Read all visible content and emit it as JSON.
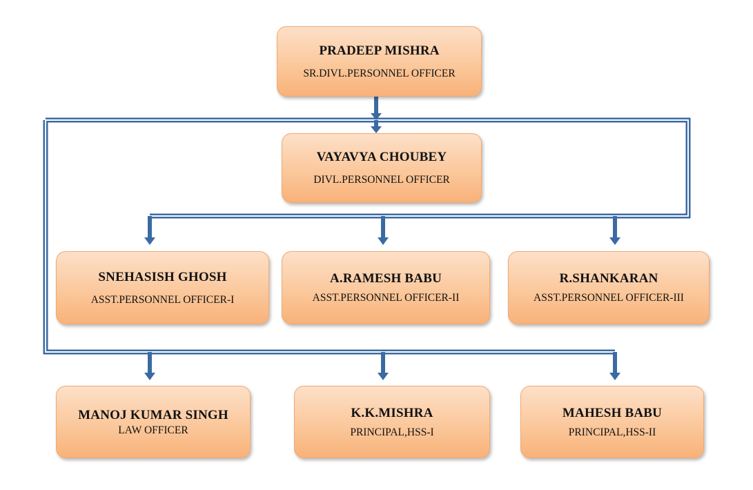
{
  "colors": {
    "connector": "#3b6aa3",
    "node_top": "#fde0c8",
    "node_bottom": "#f8b279"
  },
  "nodes": {
    "pradeep_mishra": {
      "name": "PRADEEP MISHRA",
      "title": "SR.DIVL.PERSONNEL OFFICER"
    },
    "vayavya_choubey": {
      "name": "VAYAVYA CHOUBEY",
      "title": "DIVL.PERSONNEL OFFICER"
    },
    "snehasish_ghosh": {
      "name": "SNEHASISH GHOSH",
      "title": "ASST.PERSONNEL OFFICER-I"
    },
    "ramesh_babu": {
      "name": "A.RAMESH BABU",
      "title": "ASST.PERSONNEL OFFICER-II"
    },
    "shankaran": {
      "name": "R.SHANKARAN",
      "title": "ASST.PERSONNEL OFFICER-III"
    },
    "manoj_kumar_singh": {
      "name": "MANOJ KUMAR SINGH",
      "title": "LAW OFFICER"
    },
    "kk_mishra": {
      "name": "K.K.MISHRA",
      "title": "PRINCIPAL,HSS-I"
    },
    "mahesh_babu": {
      "name": "MAHESH BABU",
      "title": "PRINCIPAL,HSS-II"
    }
  }
}
